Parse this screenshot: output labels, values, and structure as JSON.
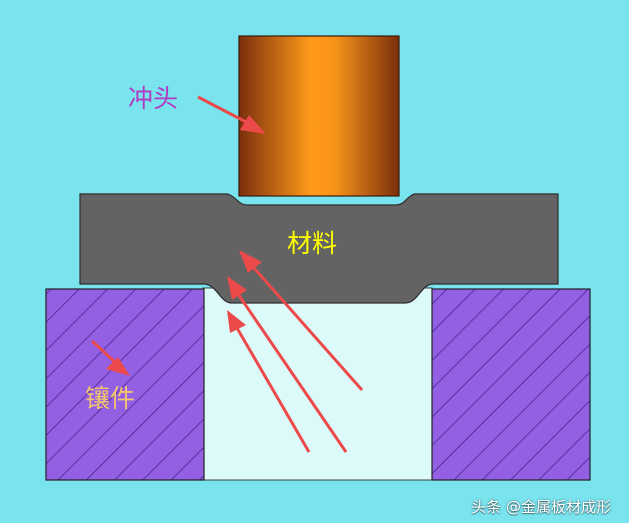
{
  "labels": {
    "punch": "冲头",
    "material": "材料",
    "insert": "镶件"
  },
  "watermark": "头条 @金属板材成形",
  "colors": {
    "background": "#79e3ee",
    "punch_dark": "#7a2f0c",
    "punch_light": "#ff9a1a",
    "material": "#636363",
    "insert_fill": "#9360e4",
    "insert_hatch": "#4a2590",
    "die_opening": "#dcfaf9",
    "arrow": "#ec4a4a"
  }
}
